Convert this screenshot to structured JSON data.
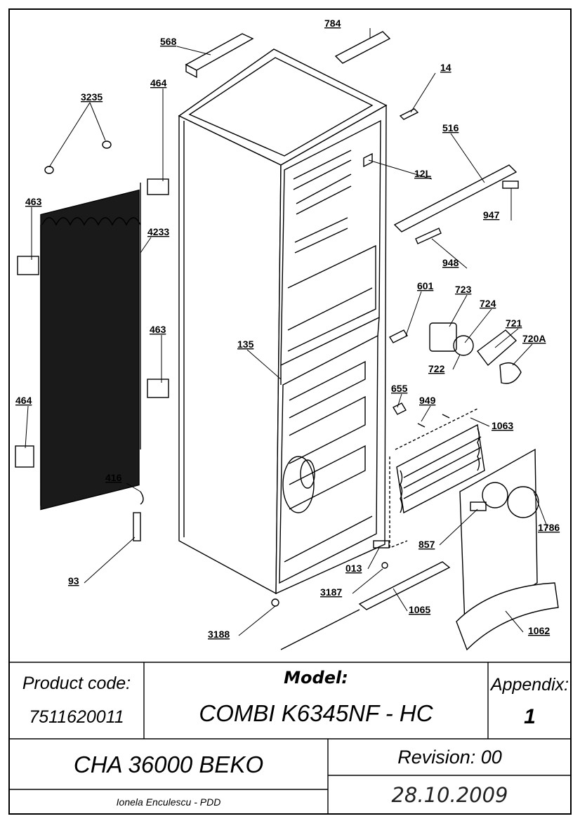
{
  "parts": [
    {
      "id": "784"
    },
    {
      "id": "568"
    },
    {
      "id": "464"
    },
    {
      "id": "3235"
    },
    {
      "id": "14"
    },
    {
      "id": "516"
    },
    {
      "id": "12L"
    },
    {
      "id": "947"
    },
    {
      "id": "463"
    },
    {
      "id": "4233"
    },
    {
      "id": "948"
    },
    {
      "id": "601"
    },
    {
      "id": "723"
    },
    {
      "id": "724"
    },
    {
      "id": "721"
    },
    {
      "id": "720A"
    },
    {
      "id": "722"
    },
    {
      "id": "135"
    },
    {
      "id": "463"
    },
    {
      "id": "655"
    },
    {
      "id": "949"
    },
    {
      "id": "1063"
    },
    {
      "id": "464"
    },
    {
      "id": "416"
    },
    {
      "id": "1786"
    },
    {
      "id": "857"
    },
    {
      "id": "013"
    },
    {
      "id": "93"
    },
    {
      "id": "3187"
    },
    {
      "id": "1065"
    },
    {
      "id": "1062"
    },
    {
      "id": "3188"
    }
  ],
  "title_block": {
    "product_code_label": "Product code:",
    "product_code": "7511620011",
    "model_label": "Model:",
    "model": "COMBI K6345NF - HC",
    "appendix_label": "Appendix:",
    "appendix": "1",
    "chassis": "CHA 36000 BEKO",
    "revision": "Revision: 00",
    "author": "Ionela Enculescu - PDD",
    "date": "28.10.2009"
  }
}
